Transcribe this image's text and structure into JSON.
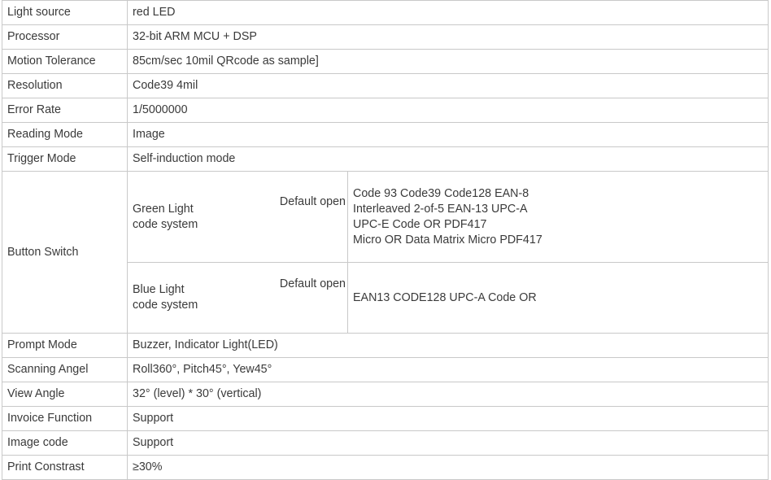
{
  "table": {
    "rows": [
      {
        "label": "Light source",
        "value": "red LED"
      },
      {
        "label": "Processor",
        "value": "32-bit ARM MCU + DSP"
      },
      {
        "label": "Motion Tolerance",
        "value": "85cm/sec 10mil QRcode as sample]"
      },
      {
        "label": "Resolution",
        "value": "Code39 4mil"
      },
      {
        "label": "Error Rate",
        "value": "1/5000000"
      },
      {
        "label": "Reading Mode",
        "value": "Image"
      },
      {
        "label": "Trigger Mode",
        "value": "Self-induction mode"
      }
    ],
    "button_switch": {
      "label": "Button Switch",
      "green": {
        "name_line1": "Green Light",
        "name_line2": "code system",
        "default_state": "Default open",
        "codes_line1": "Code 93  Code39  Code128  EAN-8",
        "codes_line2": "Interleaved 2-of-5  EAN-13  UPC-A",
        "codes_line3": "UPC-E  Code OR  PDF417",
        "codes_line4": "Micro OR   Data Matrix   Micro PDF417"
      },
      "blue": {
        "name_line1": "Blue Light",
        "name_line2": "code system",
        "default_state": "Default open",
        "codes_line1": "EAN13  CODE128  UPC-A  Code OR"
      }
    },
    "rows_after": [
      {
        "label": "Prompt Mode",
        "value": "Buzzer, Indicator Light(LED)"
      },
      {
        "label": "Scanning Angel",
        "value": "Roll360°, Pitch45°, Yew45°"
      },
      {
        "label": "View Angle",
        "value": "32° (level) * 30° (vertical)"
      },
      {
        "label": "Invoice Function",
        "value": "Support"
      },
      {
        "label": "Image code",
        "value": "Support"
      },
      {
        "label": "Print Constrast",
        "value": "≥30%"
      }
    ]
  },
  "colors": {
    "border": "#c9c9c9",
    "text": "#3a3a3a",
    "background": "#ffffff"
  }
}
